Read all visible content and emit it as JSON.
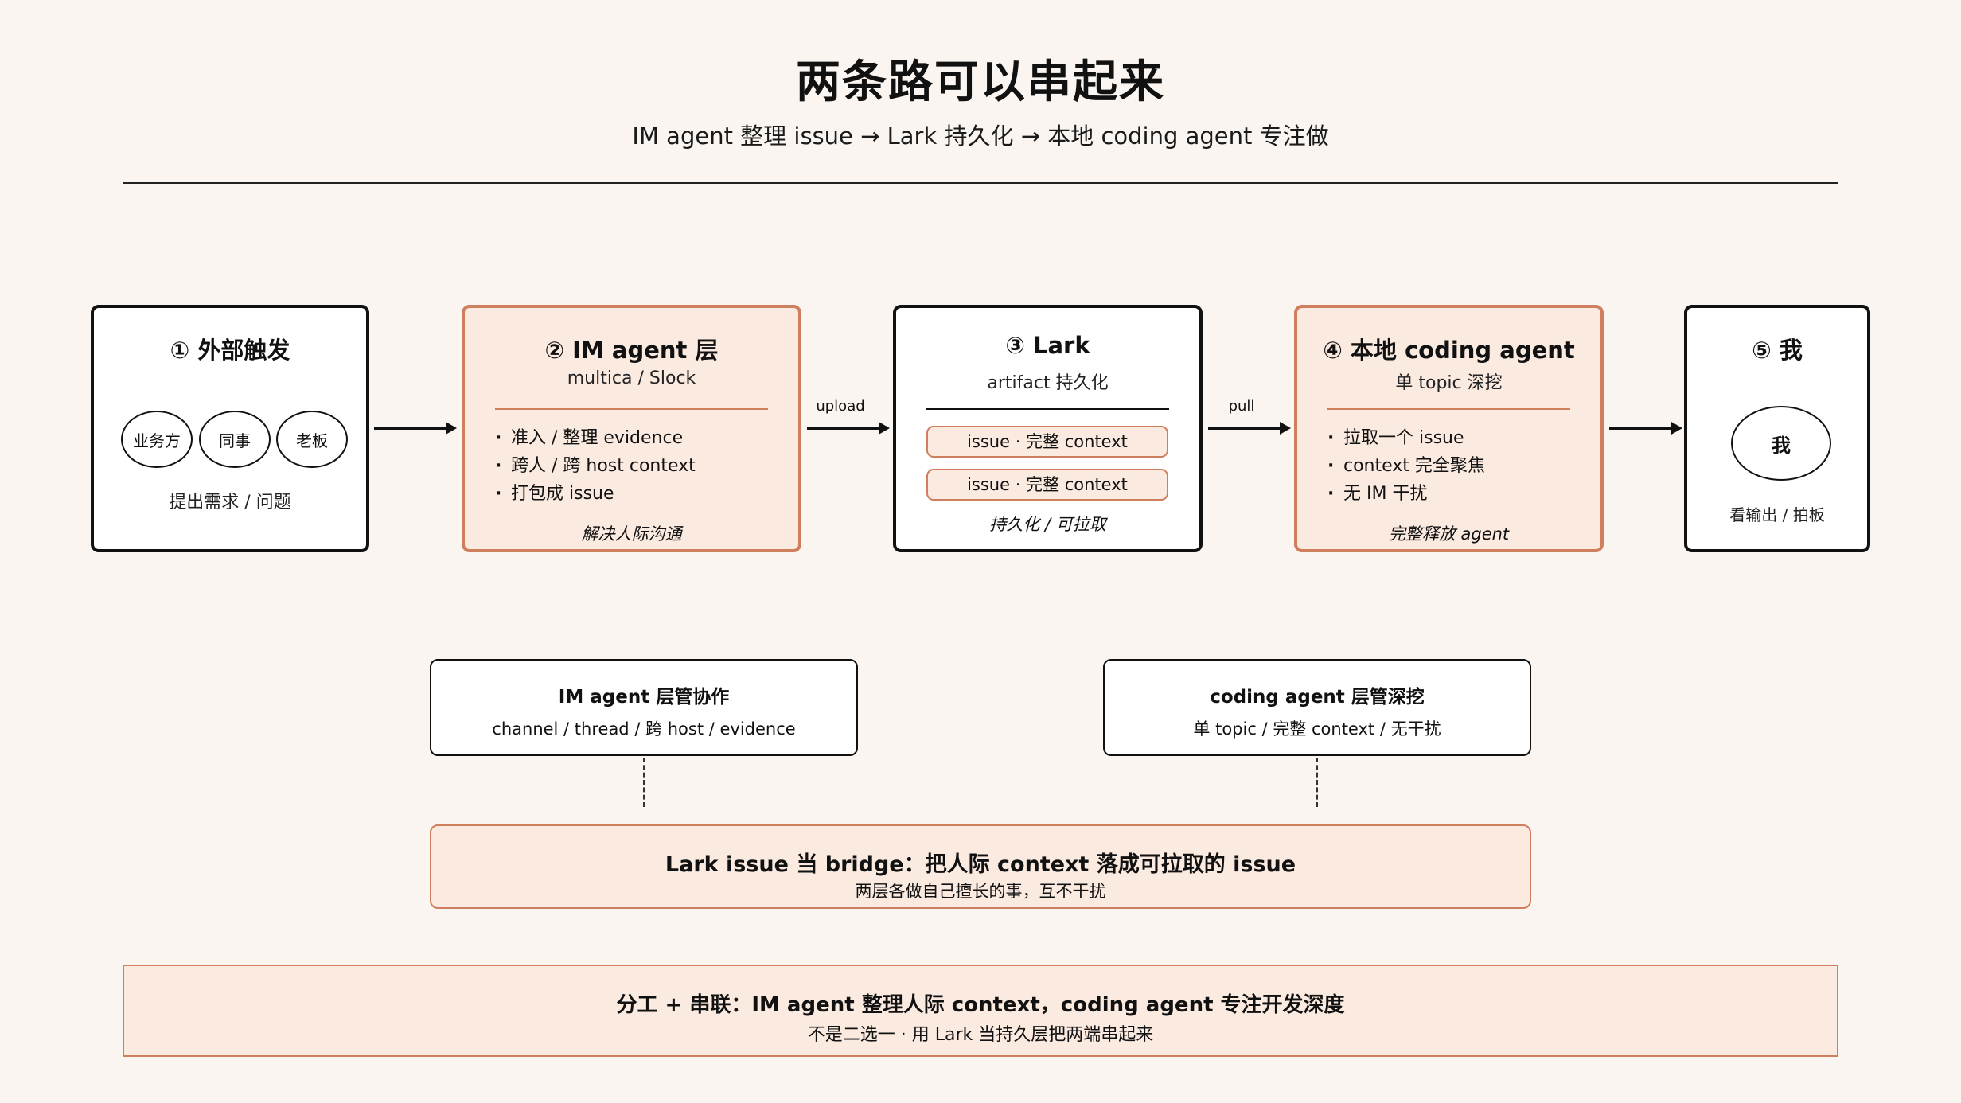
{
  "header": {
    "title": "两条路可以串起来",
    "subtitle": "IM agent 整理 issue → Lark 持久化 → 本地 coding agent 专注做"
  },
  "stages": {
    "s1": {
      "title": "① 外部触发",
      "circles": [
        "业务方",
        "同事",
        "老板"
      ],
      "caption": "提出需求 / 问题"
    },
    "s2": {
      "title": "② IM agent 层",
      "subtitle": "multica / Slock",
      "items": [
        "准入 / 整理 evidence",
        "跨人 / 跨 host context",
        "打包成 issue"
      ],
      "footer": "解决人际沟通"
    },
    "s3": {
      "title": "③ Lark",
      "subtitle": "artifact 持久化",
      "pills": [
        "issue · 完整 context",
        "issue · 完整 context"
      ],
      "footer": "持久化 / 可拉取"
    },
    "s4": {
      "title": "④ 本地 coding agent",
      "subtitle": "单 topic 深挖",
      "items": [
        "拉取一个 issue",
        "context 完全聚焦",
        "无 IM 干扰"
      ],
      "footer": "完整释放 agent"
    },
    "s5": {
      "title": "⑤ 我",
      "circle": "我",
      "caption": "看输出 / 拍板"
    }
  },
  "arrows": {
    "upload": "upload",
    "pull": "pull"
  },
  "lower": {
    "left": {
      "title": "IM agent 层管协作",
      "subtitle": "channel / thread / 跨 host / evidence"
    },
    "right": {
      "title": "coding agent 层管深挖",
      "subtitle": "单 topic / 完整 context / 无干扰"
    },
    "bridge": {
      "title": "Lark issue 当 bridge：把人际 context 落成可拉取的 issue",
      "subtitle": "两层各做自己擅长的事，互不干扰"
    }
  },
  "summary": {
    "title": "分工 + 串联：IM agent 整理人际 context，coding agent 专注开发深度",
    "subtitle": "不是二选一 · 用 Lark 当持久层把两端串起来"
  },
  "colors": {
    "background": "#faf5f0",
    "accent_border": "#d07f5e",
    "accent_fill": "#fbeae0",
    "ink": "#111111"
  }
}
